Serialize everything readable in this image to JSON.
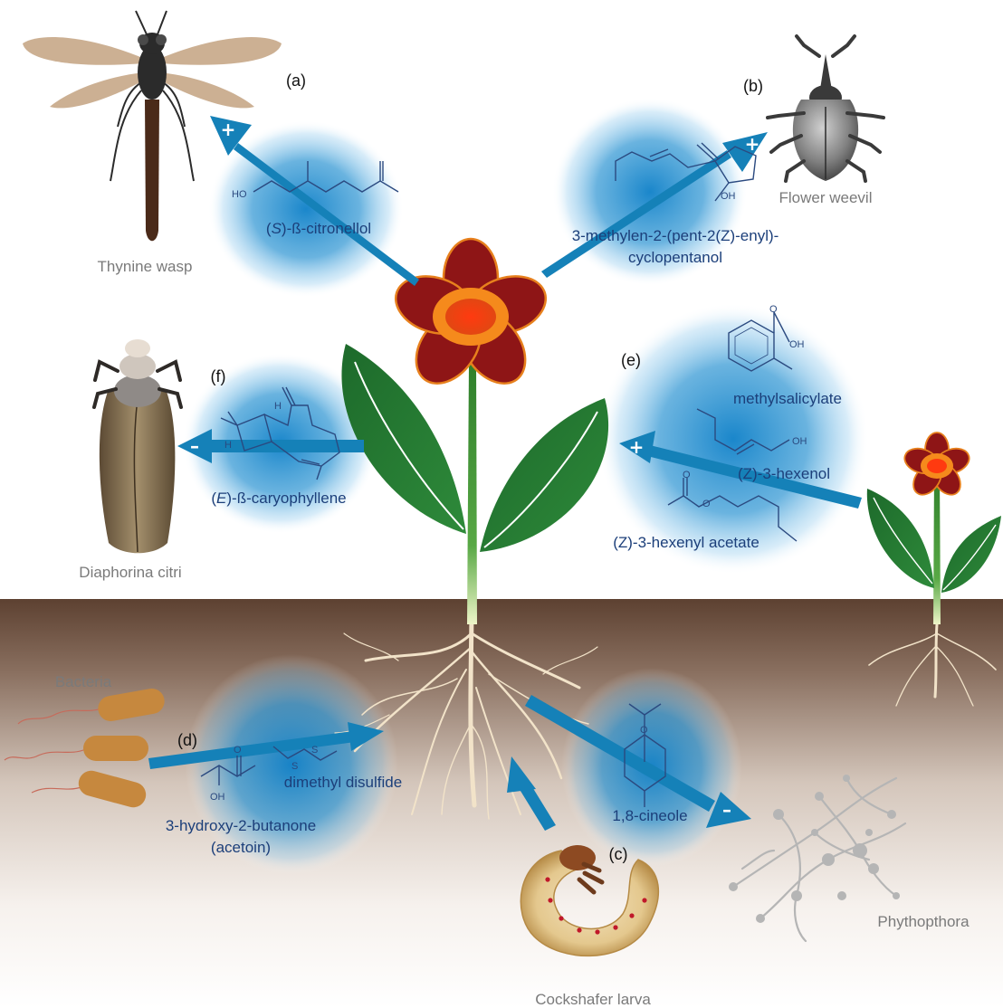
{
  "panels": {
    "a": "(a)",
    "b": "(b)",
    "c": "(c)",
    "d": "(d)",
    "e": "(e)",
    "f": "(f)"
  },
  "organisms": {
    "thynine_wasp": "Thynine wasp",
    "flower_weevil": "Flower weevil",
    "diaphorina": "Diaphorina citri",
    "bacteria": "Bacteria",
    "larva": "Cockshafer larva",
    "phytophthora": "Phythopthora"
  },
  "compounds": {
    "citronellol_open": "(",
    "citronellol_S": "S",
    "citronellol_rest": ")-ß-citronellol",
    "cyclopentanol_line1": "3-methylen-2-(pent-2(Z)-enyl)-",
    "cyclopentanol_line2": "cyclopentanol",
    "caryophyllene_open": "(",
    "caryophyllene_E": "E",
    "caryophyllene_rest": ")-ß-caryophyllene",
    "methylsalicylate": "methylsalicylate",
    "hexenol": "(Z)-3-hexenol",
    "hexenyl_acetate": "(Z)-3-hexenyl acetate",
    "dimethyl_disulfide": "dimethyl disulfide",
    "acetoin_line1": "3-hydroxy-2-butanone",
    "acetoin_line2": "(acetoin)",
    "cineole": "1,8-cineole"
  },
  "atoms": {
    "oh": "OH",
    "ho": "HO",
    "o": "O",
    "s": "S",
    "h": "H"
  },
  "effects": {
    "citronellol": "+",
    "cyclopentanol": "+",
    "caryophyllene": "–",
    "green_leaf_volatiles": "+",
    "cineole": "–"
  },
  "colors": {
    "arrow": "#1581b8",
    "glow": "#0e80c8",
    "petal": "#8e1516",
    "petal_edge": "#e7801d",
    "leaf": "#1e6a2a",
    "stem": "#3f8c2c",
    "root": "#f3e6cf",
    "soil": "#6a4f3c",
    "chem_text": "#1c3f7a",
    "organism_text": "#7a7a7a"
  }
}
